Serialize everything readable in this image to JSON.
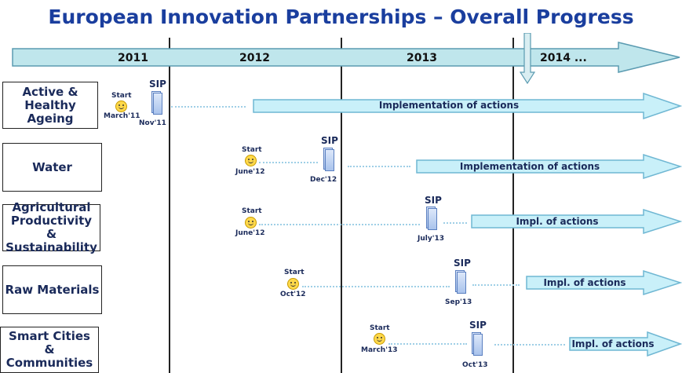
{
  "title": "European Innovation Partnerships – Overall Progress",
  "timeline": {
    "years": [
      "2011",
      "2012",
      "2013",
      "2014 ..."
    ]
  },
  "labels": {
    "start": "Start",
    "sip": "SIP"
  },
  "colors": {
    "title": "#1a3e9e",
    "arrow_fill": "#c9f0f9",
    "arrow_stroke": "#6fb7d3",
    "timeline_fill": "#bfe6ec"
  },
  "partnerships": [
    {
      "name": "Active & Healthy Ageing",
      "start_date": "March'11",
      "sip_date": "Nov'11",
      "action": "Implementation of actions"
    },
    {
      "name": "Water",
      "start_date": "June'12",
      "sip_date": "Dec'12",
      "action": "Implementation of actions"
    },
    {
      "name": "Agricultural Productivity & Sustainability",
      "start_date": "June'12",
      "sip_date": "July'13",
      "action": "Impl. of actions"
    },
    {
      "name": "Raw Materials",
      "start_date": "Oct'12",
      "sip_date": "Sep'13",
      "action": "Impl. of actions"
    },
    {
      "name": "Smart Cities & Communities",
      "start_date": "March'13",
      "sip_date": "Oct'13",
      "action": "Impl. of actions"
    }
  ]
}
